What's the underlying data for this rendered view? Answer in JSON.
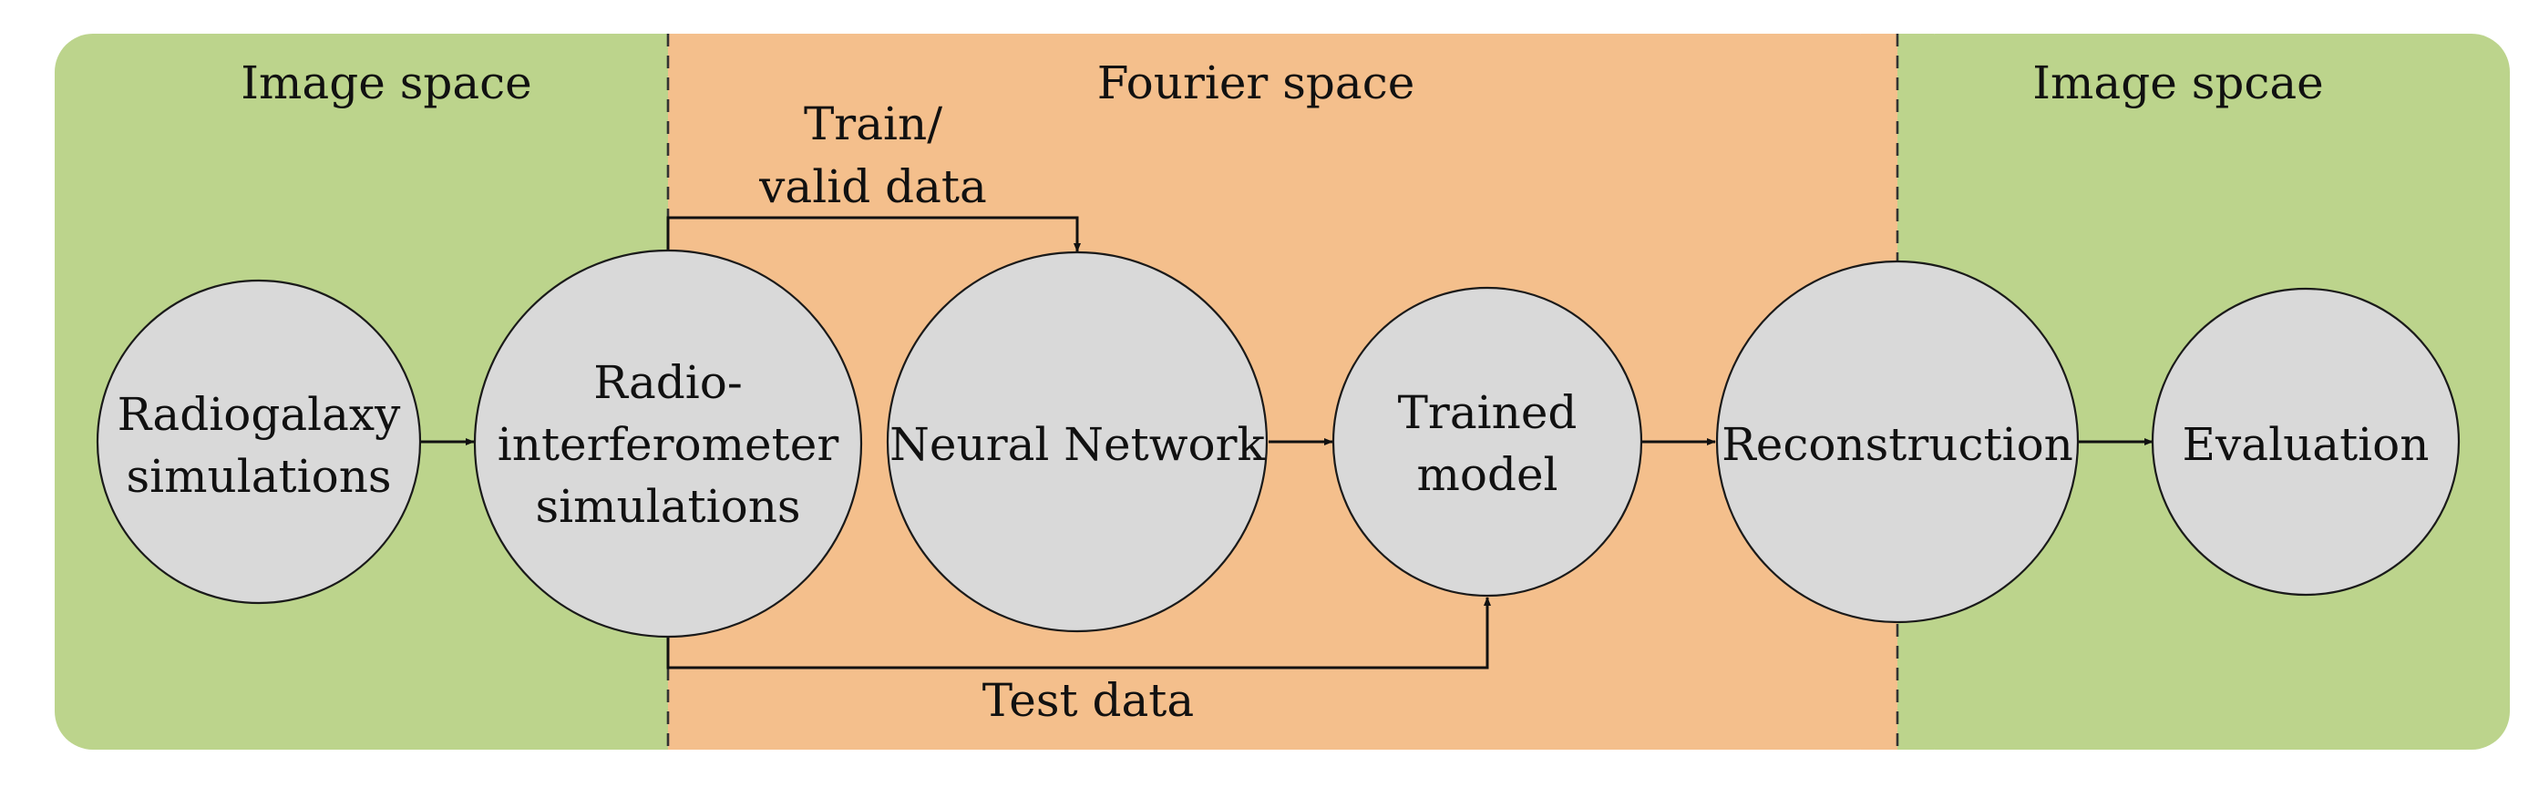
{
  "regions": [
    {
      "id": "image-space-left",
      "title": "Image space",
      "color": "#bcd48c"
    },
    {
      "id": "fourier-space",
      "title": "Fourier space",
      "color": "#f4bf8c"
    },
    {
      "id": "image-space-right",
      "title": "Image spcae",
      "color": "#bcd48c"
    }
  ],
  "nodes": [
    {
      "id": "radiogalaxy",
      "lines": [
        "Radiogalaxy",
        "simulations"
      ]
    },
    {
      "id": "radio-interferometer",
      "lines": [
        "Radio-",
        "interferometer",
        "simulations"
      ]
    },
    {
      "id": "neural-network",
      "lines": [
        "Neural Network"
      ]
    },
    {
      "id": "trained-model",
      "lines": [
        "Trained",
        "model"
      ]
    },
    {
      "id": "reconstruction",
      "lines": [
        "Reconstruction"
      ]
    },
    {
      "id": "evaluation",
      "lines": [
        "Evaluation"
      ]
    }
  ],
  "edges": [
    {
      "id": "radiogalaxy-to-interferometer",
      "from": "radiogalaxy",
      "to": "radio-interferometer"
    },
    {
      "id": "interferometer-to-network",
      "from": "radio-interferometer",
      "to": "neural-network",
      "label": [
        "Train/",
        "valid data"
      ]
    },
    {
      "id": "network-to-model",
      "from": "neural-network",
      "to": "trained-model"
    },
    {
      "id": "interferometer-to-model",
      "from": "radio-interferometer",
      "to": "trained-model",
      "label": [
        "Test data"
      ]
    },
    {
      "id": "model-to-reconstruction",
      "from": "trained-model",
      "to": "reconstruction"
    },
    {
      "id": "reconstruction-to-evaluation",
      "from": "reconstruction",
      "to": "evaluation"
    }
  ]
}
